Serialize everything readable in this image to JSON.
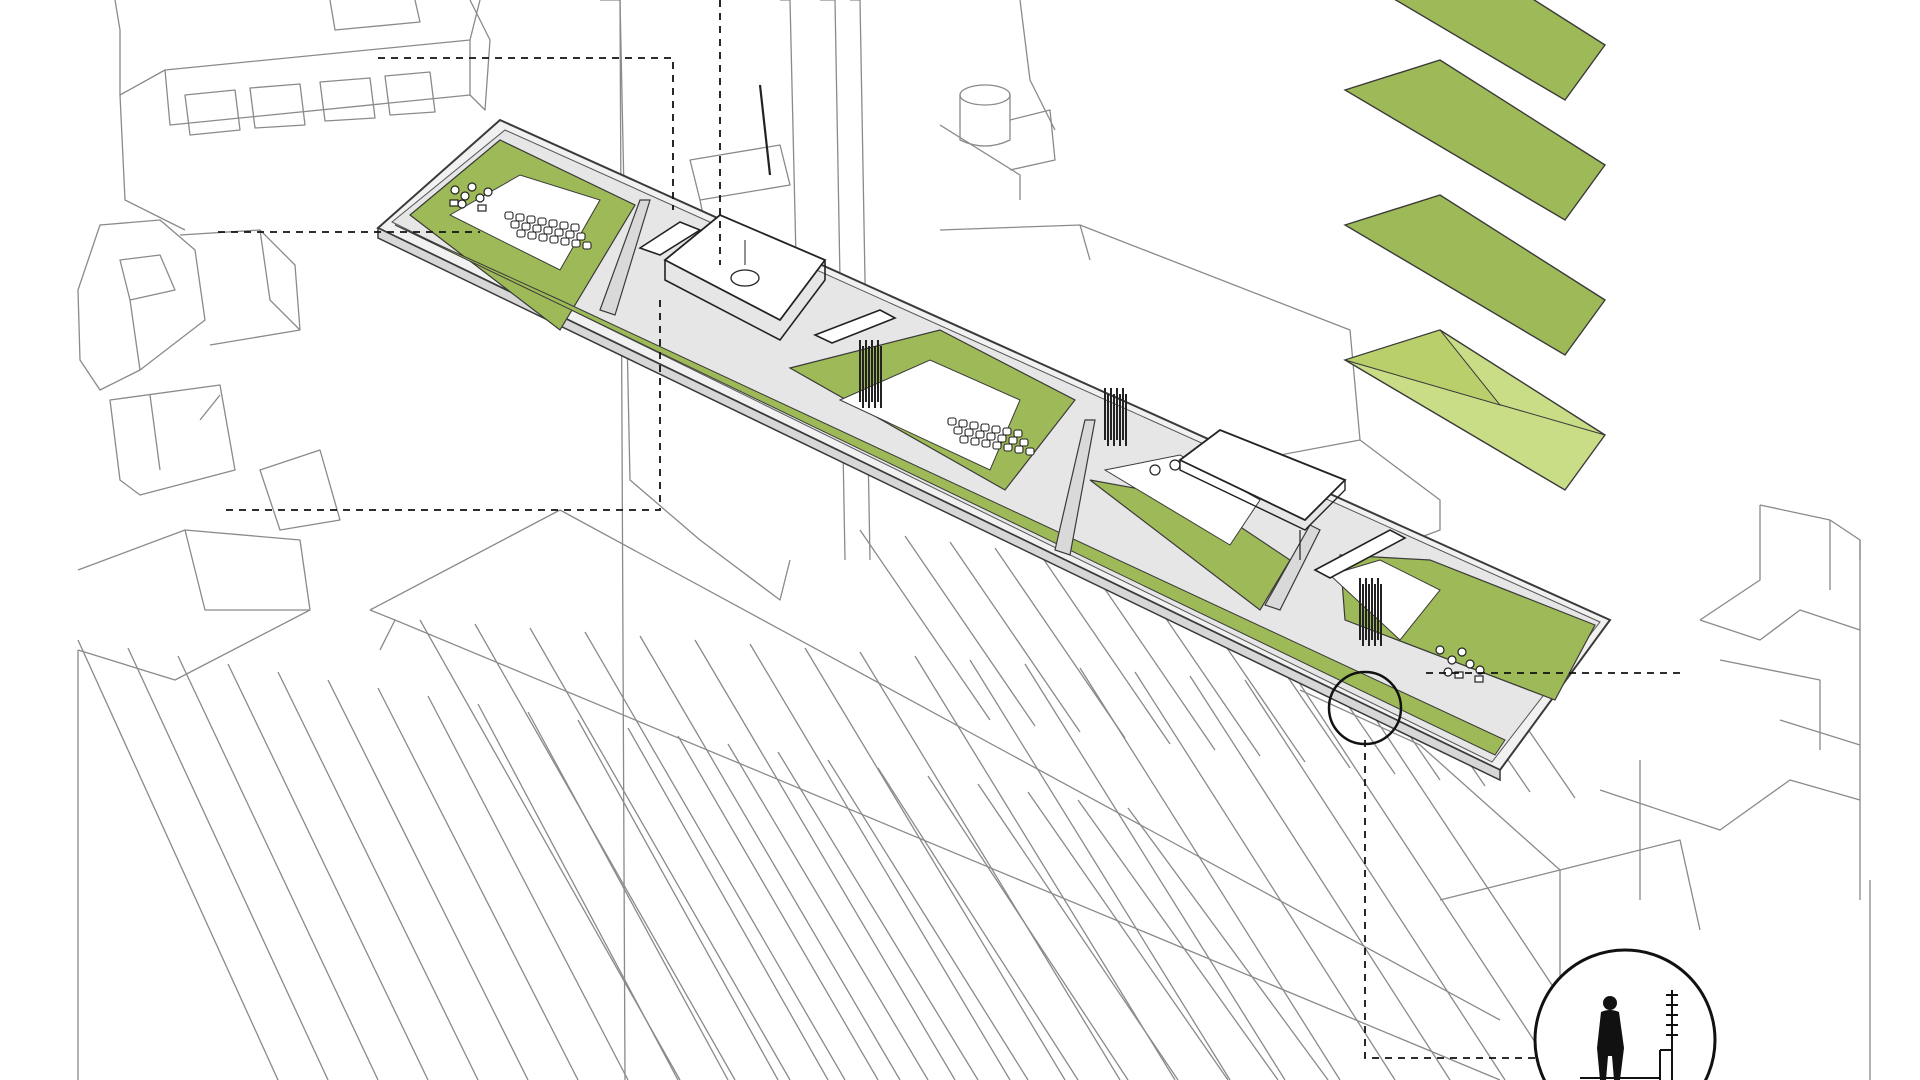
{
  "diagram": {
    "kind": "axonometric-rooftop-park",
    "colors": {
      "background": "#ffffff",
      "context_line": "#8a8a8a",
      "deck_line": "#3a3a3a",
      "grass": "#9eb957",
      "grass_light": "#c9dc86",
      "paving": "#e9e9e9",
      "callout_line": "#111111",
      "figure": "#111111"
    },
    "layer_stack": {
      "layer_count": 4,
      "top_layer_style": "faceted-light"
    },
    "detail_callout": {
      "icon": "person-figure-icon",
      "shape": "circle"
    }
  }
}
